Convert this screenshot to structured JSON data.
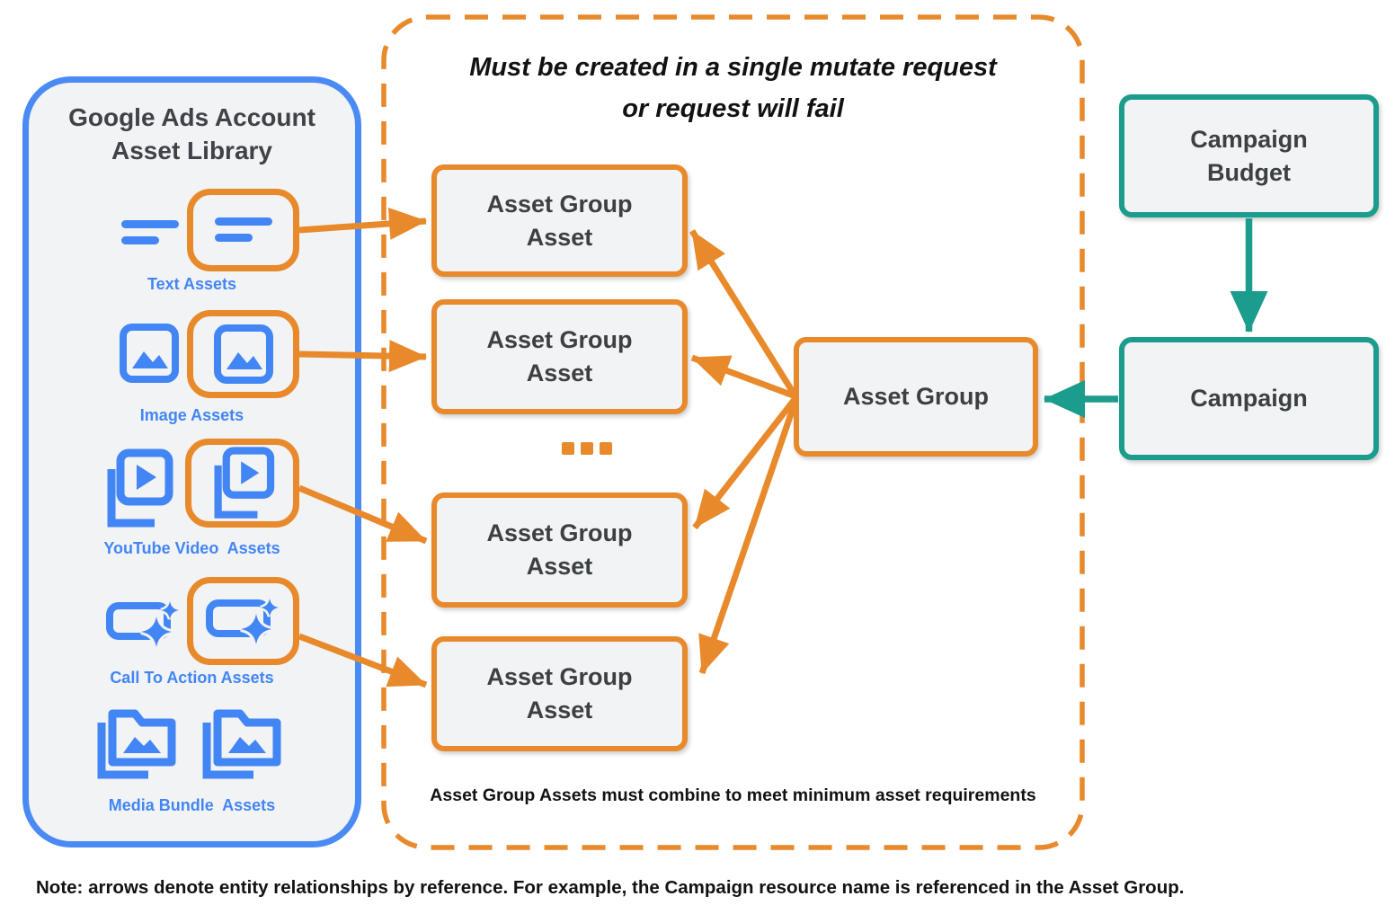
{
  "colors": {
    "blue": "#4285F4",
    "panel_border_blue": "#4A8AF5",
    "orange": "#E8892B",
    "teal": "#1B9C8C",
    "node_fill": "#F1F3F4",
    "dark_text": "#3C4043",
    "black_text": "#121212"
  },
  "asset_library": {
    "title_lines": [
      "Google Ads Account",
      "Asset Library"
    ],
    "rows": [
      {
        "label": "Text Assets",
        "icon": "text-asset-icon",
        "highlighted": true
      },
      {
        "label": "Image Assets",
        "icon": "image-asset-icon",
        "highlighted": true
      },
      {
        "label": "YouTube Video  Assets",
        "icon": "youtube-video-asset-icon",
        "highlighted": true
      },
      {
        "label": "Call To Action Assets",
        "icon": "call-to-action-asset-icon",
        "highlighted": true
      },
      {
        "label": "Media Bundle  Assets",
        "icon": "media-bundle-asset-icon",
        "highlighted": false
      }
    ]
  },
  "mutate_panel": {
    "title_lines": [
      "Must be created in a single mutate request",
      "or request will fail"
    ],
    "asset_group_asset": {
      "line1": "Asset Group",
      "line2": "Asset"
    },
    "ellipsis": "...",
    "footer": "Asset Group Assets must combine to meet minimum asset requirements"
  },
  "asset_group": {
    "label": "Asset Group"
  },
  "campaign_budget": {
    "lines": [
      "Campaign",
      "Budget"
    ]
  },
  "campaign": {
    "label": "Campaign"
  },
  "note": "Note: arrows denote entity relationships by reference. For example, the Campaign resource name is referenced in the Asset Group."
}
